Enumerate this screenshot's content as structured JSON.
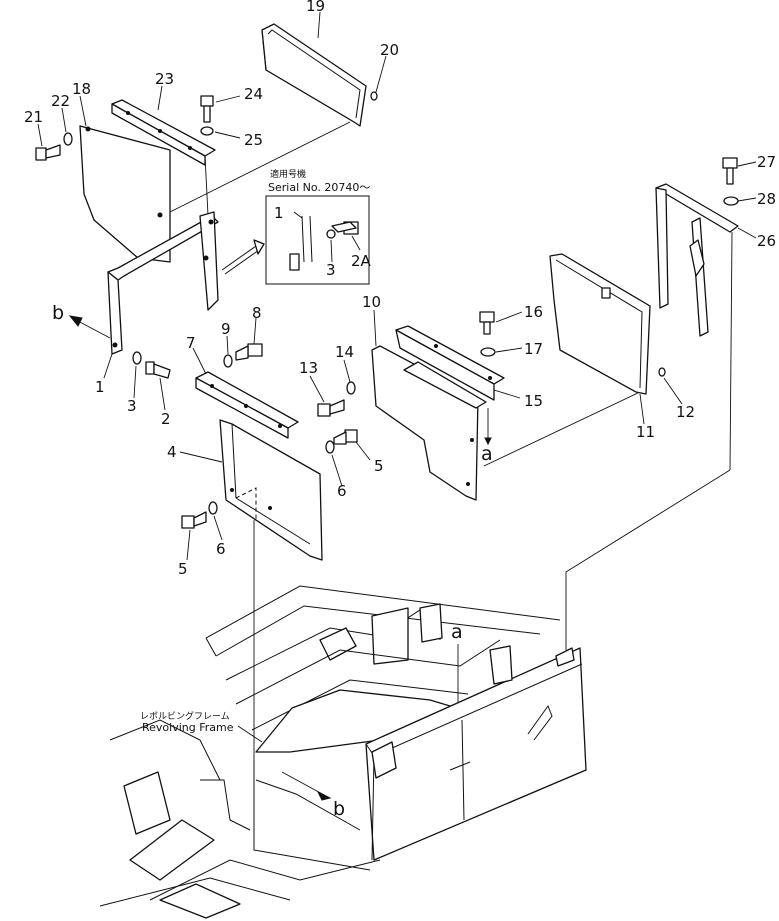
{
  "labels": {
    "p1": "1",
    "p2": "2",
    "p3": "3",
    "p4": "4",
    "p5": "5",
    "p5b": "5",
    "p6": "6",
    "p6b": "6",
    "p7": "7",
    "p8": "8",
    "p9": "9",
    "p10": "10",
    "p11": "11",
    "p12": "12",
    "p13": "13",
    "p14": "14",
    "p15": "15",
    "p16": "16",
    "p17": "17",
    "p18": "18",
    "p19": "19",
    "p20": "20",
    "p21": "21",
    "p22": "22",
    "p23": "23",
    "p24": "24",
    "p25": "25",
    "p26": "26",
    "p27": "27",
    "p28": "28",
    "ref_b_top": "b",
    "ref_b_bottom": "b",
    "ref_a_top": "a",
    "ref_a_bottom": "a"
  },
  "inset": {
    "title_jp": "適用号機",
    "serial": "Serial  No.  20740～",
    "label_1": "1",
    "label_3": "3",
    "label_2a": "2A"
  },
  "frame_note": {
    "jp": "レボルビングフレーム",
    "en": "Revolving Frame"
  }
}
